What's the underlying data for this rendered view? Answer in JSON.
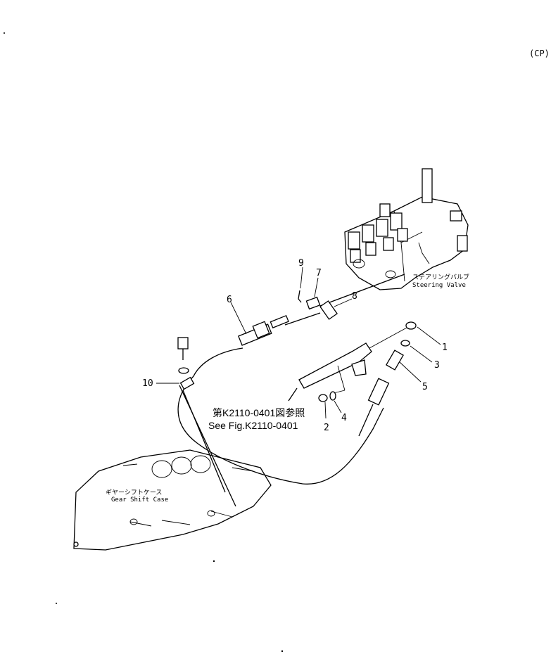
{
  "corner_code": "(CP)",
  "callouts": [
    "1",
    "2",
    "3",
    "4",
    "5",
    "6",
    "7",
    "8",
    "9",
    "10"
  ],
  "references": {
    "jp": "第K2110-0401図参照",
    "en": "See Fig.K2110-0401"
  },
  "components": {
    "steering_valve": {
      "jp": "ステアリングバルブ",
      "en": "Steering Valve"
    },
    "gear_shift_case": {
      "jp": "ギヤーシフトケース",
      "en": "Gear Shift Case"
    }
  }
}
